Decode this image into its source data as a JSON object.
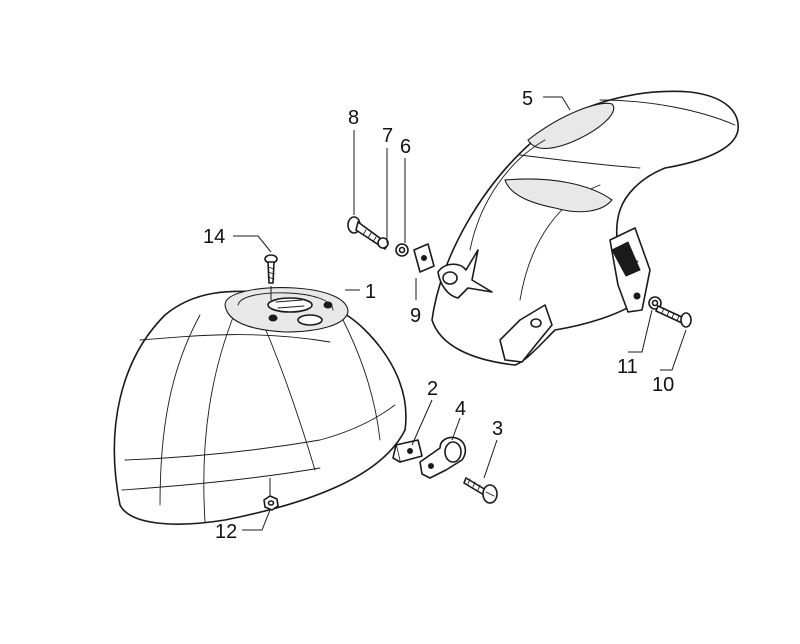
{
  "callouts": [
    {
      "id": "c1",
      "label": "1"
    },
    {
      "id": "c2",
      "label": "2"
    },
    {
      "id": "c3",
      "label": "3"
    },
    {
      "id": "c4",
      "label": "4"
    },
    {
      "id": "c5",
      "label": "5"
    },
    {
      "id": "c6",
      "label": "6"
    },
    {
      "id": "c7",
      "label": "7"
    },
    {
      "id": "c8",
      "label": "8"
    },
    {
      "id": "c9",
      "label": "9"
    },
    {
      "id": "c10",
      "label": "10"
    },
    {
      "id": "c11",
      "label": "11"
    },
    {
      "id": "c12",
      "label": "12"
    },
    {
      "id": "c14",
      "label": "14"
    }
  ]
}
